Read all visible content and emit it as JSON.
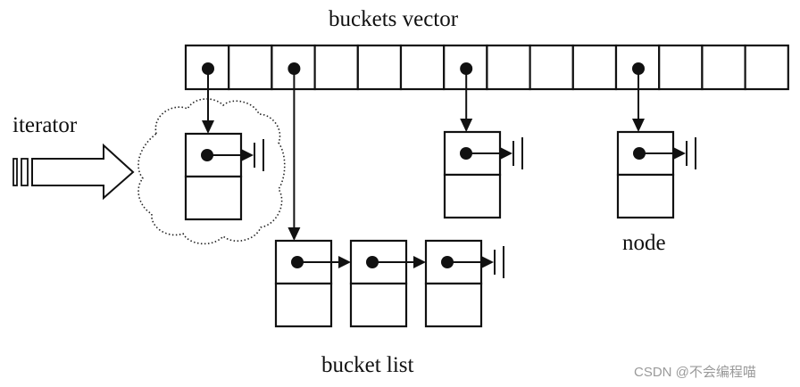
{
  "labels": {
    "title": "buckets vector",
    "iterator": "iterator",
    "node": "node",
    "bucket_list": "bucket list"
  },
  "watermark": "CSDN @不会编程喵",
  "vector": {
    "cell_count": 14,
    "occupied_cells": [
      0,
      2,
      6,
      10
    ]
  },
  "buckets": [
    {
      "cell": 0,
      "node_count": 1,
      "highlighted_by_iterator": true
    },
    {
      "cell": 2,
      "node_count": 3,
      "highlighted_by_iterator": false
    },
    {
      "cell": 6,
      "node_count": 1,
      "highlighted_by_iterator": false
    },
    {
      "cell": 10,
      "node_count": 1,
      "highlighted_by_iterator": false,
      "labeled": "node"
    }
  ],
  "colors": {
    "ink": "#111111",
    "watermark": "#9a9a9a",
    "background": "#ffffff"
  }
}
